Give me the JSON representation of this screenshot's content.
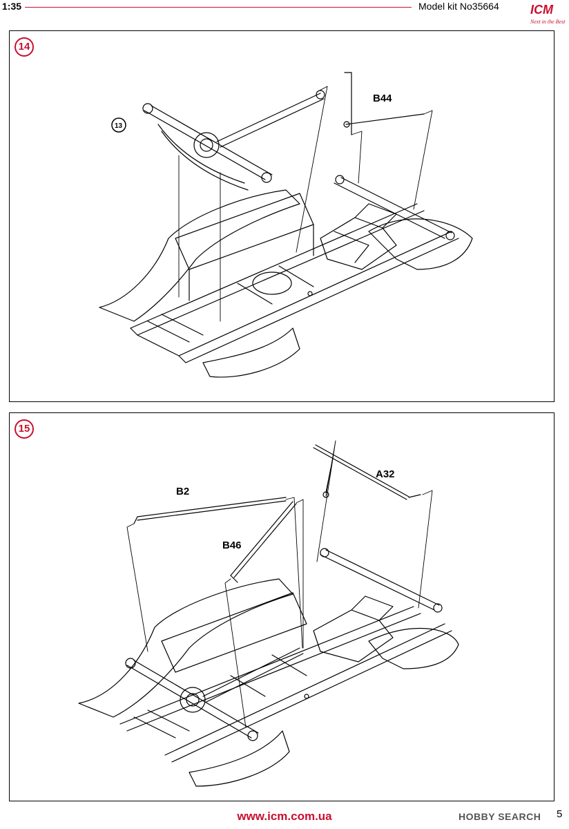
{
  "header": {
    "scale": "1:35",
    "kit_number": "Model kit No35664",
    "brand": "ICM",
    "brand_tagline": "Next in the Best"
  },
  "steps": [
    {
      "number": "14",
      "parts": [
        "B44"
      ],
      "subassembly_ref": "13"
    },
    {
      "number": "15",
      "parts": [
        "A32",
        "B2",
        "B46"
      ]
    }
  ],
  "footer": {
    "url": "www.icm.com.ua",
    "page_number": "5",
    "watermark": "HOBBY SEARCH"
  },
  "colors": {
    "accent": "#c8102e",
    "line": "#000000"
  }
}
